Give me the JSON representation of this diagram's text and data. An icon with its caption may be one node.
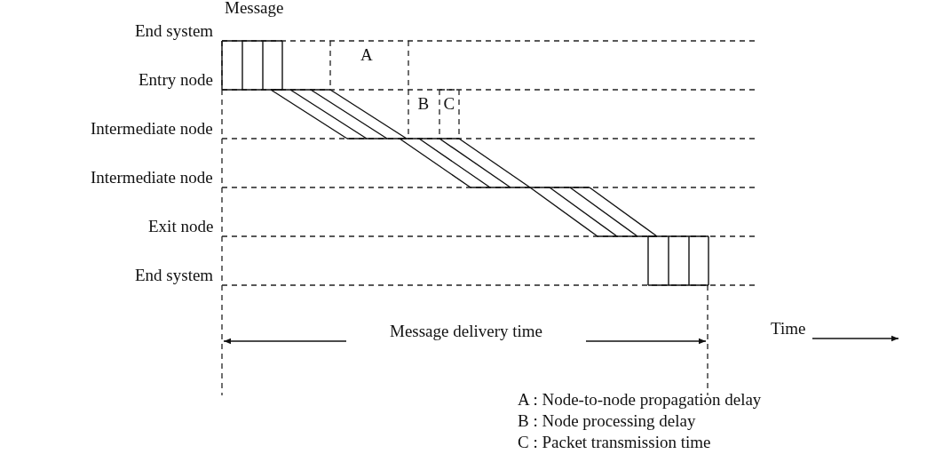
{
  "diagram": {
    "labels": [
      "Message",
      "End system",
      "A",
      "Entry node",
      "B",
      "C",
      "Intermediate node",
      "Intermediate node",
      "Exit node",
      "End system",
      "Time",
      "Message delivery time",
      "A : Node-to-node propagation delay",
      "B : Node processing delay",
      "C : Packet transmission time"
    ]
  }
}
